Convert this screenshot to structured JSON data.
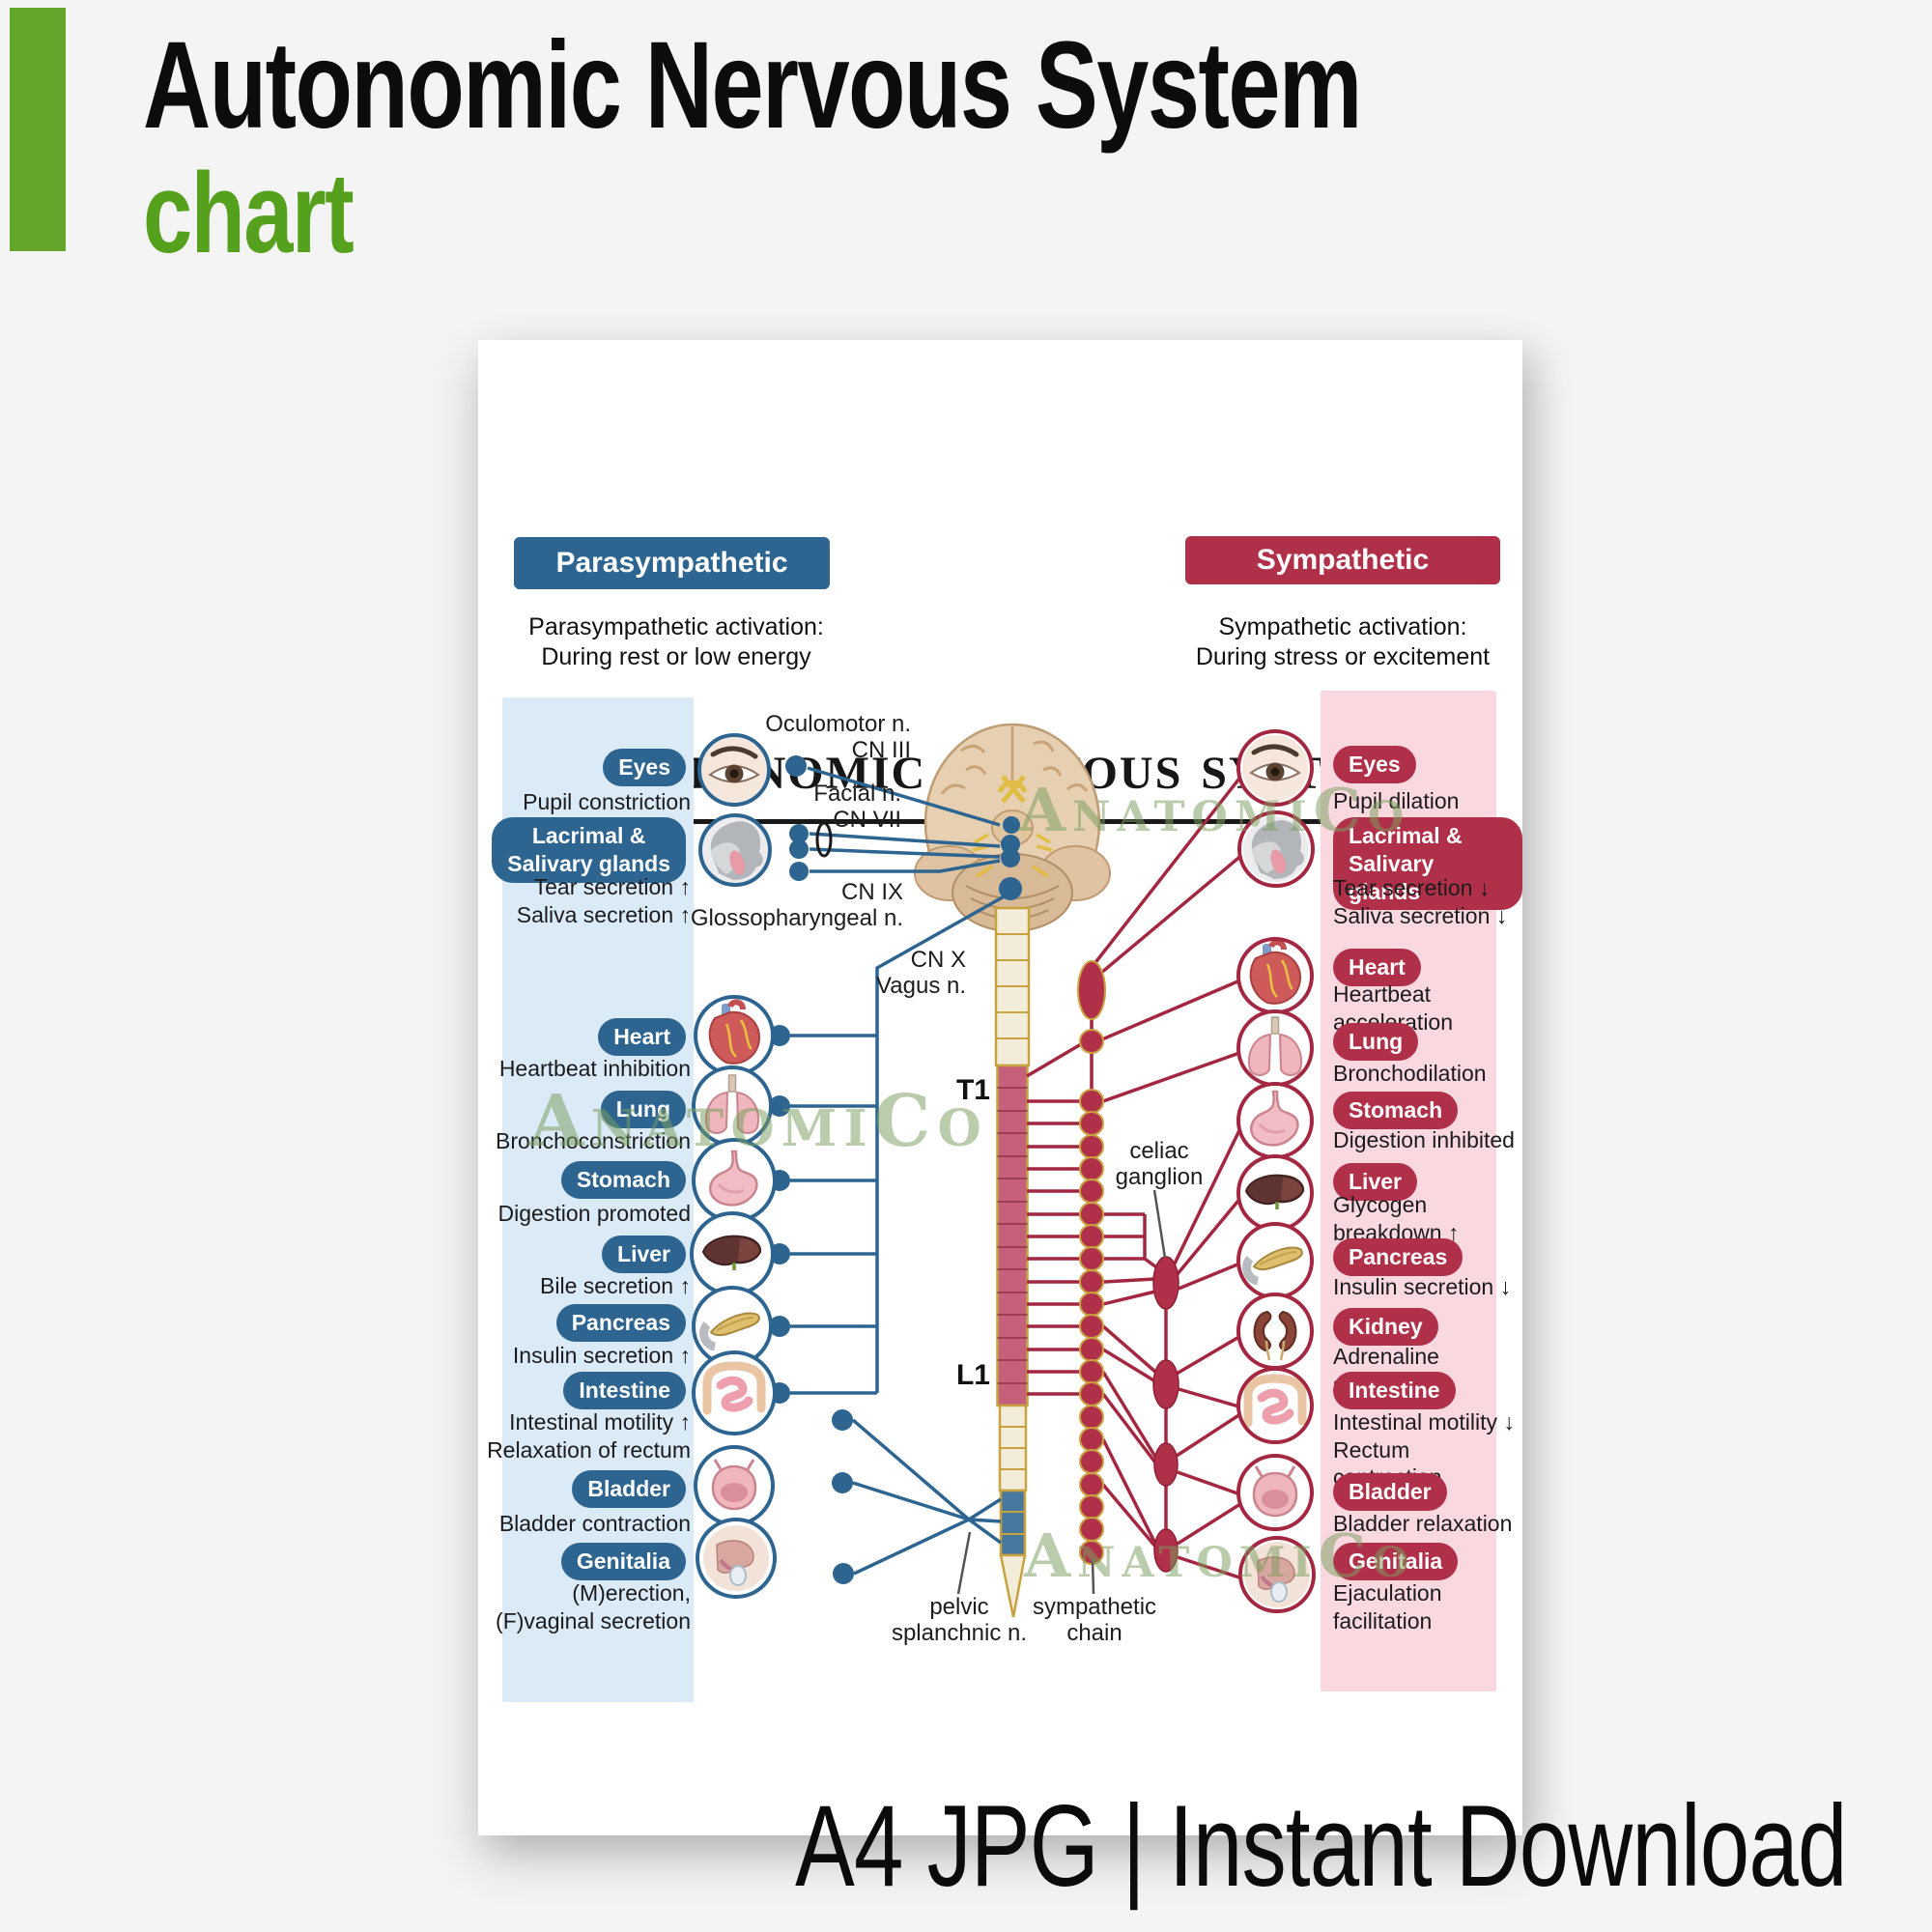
{
  "header": {
    "title": "Autonomic Nervous System",
    "subtitle": "chart"
  },
  "footer": {
    "caption": "A4 JPG | Instant Download"
  },
  "poster": {
    "title": "Autonomic nervous system",
    "watermark": "AnatomiCo",
    "parasympathetic": {
      "label": "Parasympathetic",
      "activation": "Parasympathetic activation:\nDuring rest or low energy",
      "items": [
        {
          "organ": "Eyes",
          "effect": "Pupil constriction"
        },
        {
          "organ": "Lacrimal &\nSalivary glands",
          "effect": "Tear secretion ↑\nSaliva secretion ↑"
        },
        {
          "organ": "Heart",
          "effect": "Heartbeat inhibition"
        },
        {
          "organ": "Lung",
          "effect": "Bronchoconstriction"
        },
        {
          "organ": "Stomach",
          "effect": "Digestion promoted"
        },
        {
          "organ": "Liver",
          "effect": "Bile secretion ↑"
        },
        {
          "organ": "Pancreas",
          "effect": "Insulin secretion ↑"
        },
        {
          "organ": "Intestine",
          "effect": "Intestinal motility ↑\nRelaxation of rectum"
        },
        {
          "organ": "Bladder",
          "effect": "Bladder contraction"
        },
        {
          "organ": "Genitalia",
          "effect": "(M)erection,\n(F)vaginal secretion"
        }
      ]
    },
    "sympathetic": {
      "label": "Sympathetic",
      "activation": "Sympathetic activation:\nDuring stress or excitement",
      "items": [
        {
          "organ": "Eyes",
          "effect": "Pupil dilation"
        },
        {
          "organ": "Lacrimal &\nSalivary glands",
          "effect": "Tear secretion ↓\nSaliva secretion ↓"
        },
        {
          "organ": "Heart",
          "effect": "Heartbeat\nacceleration"
        },
        {
          "organ": "Lung",
          "effect": "Bronchodilation"
        },
        {
          "organ": "Stomach",
          "effect": "Digestion inhibited"
        },
        {
          "organ": "Liver",
          "effect": "Glycogen\nbreakdown ↑"
        },
        {
          "organ": "Pancreas",
          "effect": "Insulin secretion ↓"
        },
        {
          "organ": "Kidney",
          "effect": "Adrenaline secretion ↑"
        },
        {
          "organ": "Intestine",
          "effect": "Intestinal motility ↓\nRectum contraction"
        },
        {
          "organ": "Bladder",
          "effect": "Bladder relaxation"
        },
        {
          "organ": "Genitalia",
          "effect": "Ejaculation\nfacilitation"
        }
      ]
    },
    "nerves": {
      "oculomotor": "Oculomotor n.\nCN III",
      "facial": "Facial n.\nCN VII",
      "glossopharyngeal": "CN IX\nGlossopharyngeal n.",
      "vagus": "CN X\nVagus n.",
      "celiac_ganglion": "celiac\nganglion",
      "pelvic_splanchnic": "pelvic\nsplanchnic n.",
      "sympathetic_chain": "sympathetic\nchain"
    },
    "spine": {
      "t1": "T1",
      "l1": "L1"
    },
    "colors": {
      "parasympathetic_blue": "#2d6490",
      "sympathetic_red": "#b13049",
      "parasympathetic_column": "#daeaf7",
      "sympathetic_column": "#f9d9df",
      "accent_green": "#63a42b",
      "spine_gold": "#c8a23f"
    }
  }
}
